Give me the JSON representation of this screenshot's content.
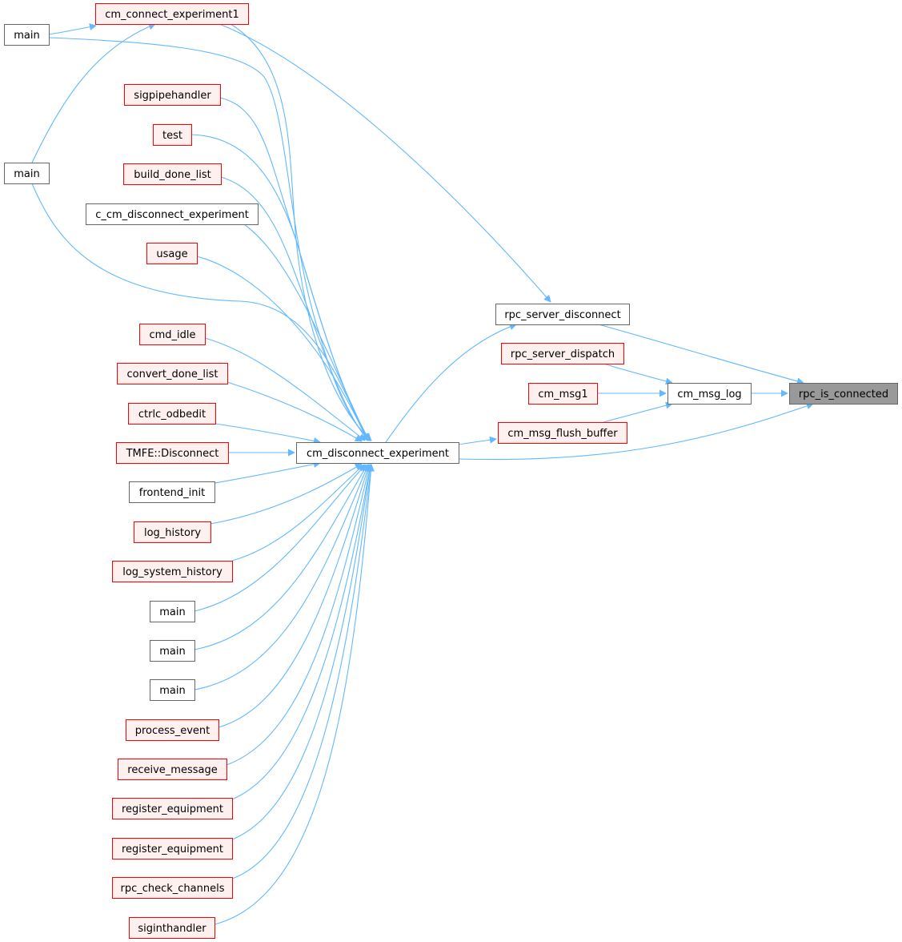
{
  "colors": {
    "edge": "#63b8ff",
    "node_normal_fill": "#ffffff",
    "node_normal_stroke": "#666666",
    "node_red_fill": "#fff0f0",
    "node_red_stroke": "#ff0000",
    "node_focus_fill": "#999999",
    "node_focus_stroke": "#666666"
  },
  "nodes": [
    {
      "id": "n_rpc_is_connected",
      "label": "rpc_is_connected",
      "style": "focus"
    },
    {
      "id": "n_cm_msg_log",
      "label": "cm_msg_log",
      "style": "normal"
    },
    {
      "id": "n_rpc_server_disconnect",
      "label": "rpc_server_disconnect",
      "style": "normal"
    },
    {
      "id": "n_rpc_server_dispatch",
      "label": "rpc_server_dispatch",
      "style": "red"
    },
    {
      "id": "n_cm_msg1",
      "label": "cm_msg1",
      "style": "red"
    },
    {
      "id": "n_cm_msg_flush_buffer",
      "label": "cm_msg_flush_buffer",
      "style": "red"
    },
    {
      "id": "n_cm_disconnect_experiment",
      "label": "cm_disconnect_experiment",
      "style": "normal"
    },
    {
      "id": "n_cm_connect_experiment1",
      "label": "cm_connect_experiment1",
      "style": "red"
    },
    {
      "id": "n_main_a",
      "label": "main",
      "style": "normal"
    },
    {
      "id": "n_main_b",
      "label": "main",
      "style": "normal"
    },
    {
      "id": "n_sigpipehandler",
      "label": "sigpipehandler",
      "style": "red"
    },
    {
      "id": "n_test",
      "label": "test",
      "style": "red"
    },
    {
      "id": "n_build_done_list",
      "label": "build_done_list",
      "style": "red"
    },
    {
      "id": "n_c_cm_disconnect_experiment",
      "label": "c_cm_disconnect_experiment",
      "style": "normal"
    },
    {
      "id": "n_usage",
      "label": "usage",
      "style": "red"
    },
    {
      "id": "n_cmd_idle",
      "label": "cmd_idle",
      "style": "red"
    },
    {
      "id": "n_convert_done_list",
      "label": "convert_done_list",
      "style": "red"
    },
    {
      "id": "n_ctrlc_odbedit",
      "label": "ctrlc_odbedit",
      "style": "red"
    },
    {
      "id": "n_tmfe_disconnect",
      "label": "TMFE::Disconnect",
      "style": "red"
    },
    {
      "id": "n_frontend_init",
      "label": "frontend_init",
      "style": "normal"
    },
    {
      "id": "n_log_history",
      "label": "log_history",
      "style": "red"
    },
    {
      "id": "n_log_system_history",
      "label": "log_system_history",
      "style": "red"
    },
    {
      "id": "n_main_c",
      "label": "main",
      "style": "normal"
    },
    {
      "id": "n_main_d",
      "label": "main",
      "style": "normal"
    },
    {
      "id": "n_main_e",
      "label": "main",
      "style": "normal"
    },
    {
      "id": "n_process_event",
      "label": "process_event",
      "style": "red"
    },
    {
      "id": "n_receive_message",
      "label": "receive_message",
      "style": "red"
    },
    {
      "id": "n_register_equipment_a",
      "label": "register_equipment",
      "style": "red"
    },
    {
      "id": "n_register_equipment_b",
      "label": "register_equipment",
      "style": "red"
    },
    {
      "id": "n_rpc_check_channels",
      "label": "rpc_check_channels",
      "style": "red"
    },
    {
      "id": "n_siginthandler",
      "label": "siginthandler",
      "style": "red"
    }
  ],
  "edges": [
    {
      "from": "n_cm_msg_log",
      "to": "n_rpc_is_connected"
    },
    {
      "from": "n_rpc_server_disconnect",
      "to": "n_rpc_is_connected"
    },
    {
      "from": "n_cm_disconnect_experiment",
      "to": "n_rpc_is_connected"
    },
    {
      "from": "n_rpc_server_dispatch",
      "to": "n_cm_msg_log"
    },
    {
      "from": "n_cm_msg1",
      "to": "n_cm_msg_log"
    },
    {
      "from": "n_cm_msg_flush_buffer",
      "to": "n_cm_msg_log"
    },
    {
      "from": "n_cm_disconnect_experiment",
      "to": "n_cm_msg_flush_buffer"
    },
    {
      "from": "n_cm_disconnect_experiment",
      "to": "n_rpc_server_disconnect"
    },
    {
      "from": "n_cm_connect_experiment1",
      "to": "n_rpc_server_disconnect"
    },
    {
      "from": "n_main_a",
      "to": "n_cm_connect_experiment1"
    },
    {
      "from": "n_main_b",
      "to": "n_cm_connect_experiment1"
    },
    {
      "from": "n_cm_connect_experiment1",
      "to": "n_cm_disconnect_experiment"
    },
    {
      "from": "n_main_a",
      "to": "n_cm_disconnect_experiment"
    },
    {
      "from": "n_main_b",
      "to": "n_cm_disconnect_experiment"
    },
    {
      "from": "n_sigpipehandler",
      "to": "n_cm_disconnect_experiment"
    },
    {
      "from": "n_test",
      "to": "n_cm_disconnect_experiment"
    },
    {
      "from": "n_build_done_list",
      "to": "n_cm_disconnect_experiment"
    },
    {
      "from": "n_c_cm_disconnect_experiment",
      "to": "n_cm_disconnect_experiment"
    },
    {
      "from": "n_usage",
      "to": "n_cm_disconnect_experiment"
    },
    {
      "from": "n_cmd_idle",
      "to": "n_cm_disconnect_experiment"
    },
    {
      "from": "n_convert_done_list",
      "to": "n_cm_disconnect_experiment"
    },
    {
      "from": "n_ctrlc_odbedit",
      "to": "n_cm_disconnect_experiment"
    },
    {
      "from": "n_tmfe_disconnect",
      "to": "n_cm_disconnect_experiment"
    },
    {
      "from": "n_frontend_init",
      "to": "n_cm_disconnect_experiment"
    },
    {
      "from": "n_log_history",
      "to": "n_cm_disconnect_experiment"
    },
    {
      "from": "n_log_system_history",
      "to": "n_cm_disconnect_experiment"
    },
    {
      "from": "n_main_c",
      "to": "n_cm_disconnect_experiment"
    },
    {
      "from": "n_main_d",
      "to": "n_cm_disconnect_experiment"
    },
    {
      "from": "n_main_e",
      "to": "n_cm_disconnect_experiment"
    },
    {
      "from": "n_process_event",
      "to": "n_cm_disconnect_experiment"
    },
    {
      "from": "n_receive_message",
      "to": "n_cm_disconnect_experiment"
    },
    {
      "from": "n_register_equipment_a",
      "to": "n_cm_disconnect_experiment"
    },
    {
      "from": "n_register_equipment_b",
      "to": "n_cm_disconnect_experiment"
    },
    {
      "from": "n_rpc_check_channels",
      "to": "n_cm_disconnect_experiment"
    },
    {
      "from": "n_siginthandler",
      "to": "n_cm_disconnect_experiment"
    }
  ]
}
